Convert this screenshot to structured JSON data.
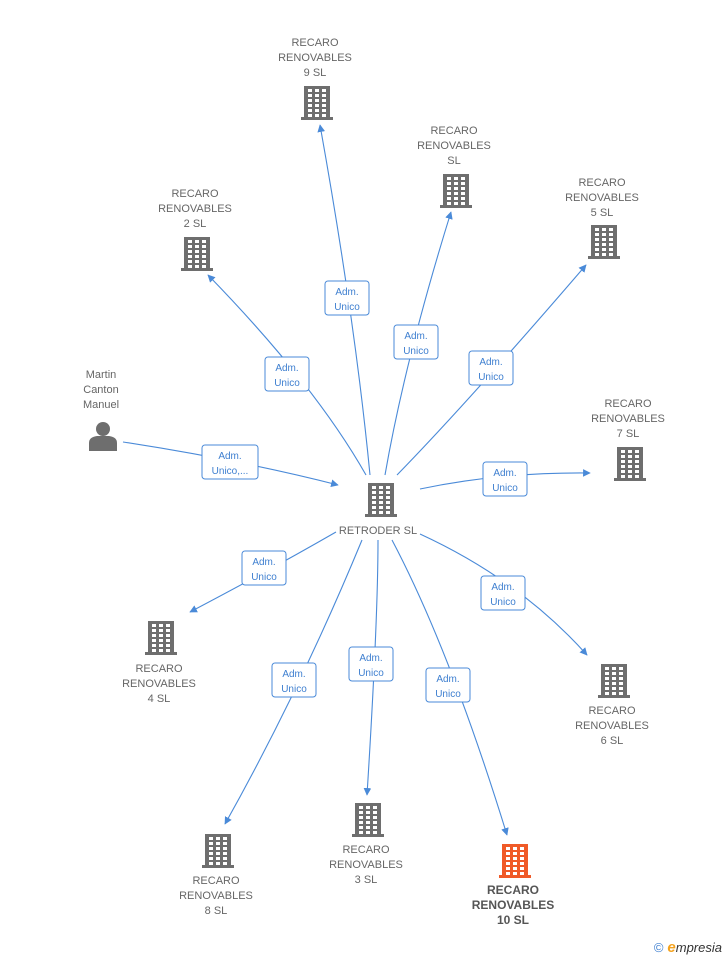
{
  "colors": {
    "edge": "#4a8ad8",
    "building": "#6e6e6e",
    "highlight": "#f05a28",
    "person": "#6e6e6e"
  },
  "center": {
    "label": "RETRODER SL",
    "icon": "building-icon"
  },
  "person": {
    "lines": [
      "Martin",
      "Canton",
      "Manuel"
    ],
    "icon": "person-icon",
    "edge_lines": [
      "Adm.",
      "Unico,..."
    ]
  },
  "companies": [
    {
      "id": "c9",
      "lines": [
        "RECARO",
        "RENOVABLES",
        "9  SL"
      ],
      "edge_lines": [
        "Adm.",
        "Unico"
      ]
    },
    {
      "id": "c1",
      "lines": [
        "RECARO",
        "RENOVABLES",
        "SL"
      ],
      "edge_lines": [
        "Adm.",
        "Unico"
      ]
    },
    {
      "id": "c2",
      "lines": [
        "RECARO",
        "RENOVABLES",
        "2  SL"
      ],
      "edge_lines": [
        "Adm.",
        "Unico"
      ]
    },
    {
      "id": "c5",
      "lines": [
        "RECARO",
        "RENOVABLES",
        "5  SL"
      ],
      "edge_lines": [
        "Adm.",
        "Unico"
      ]
    },
    {
      "id": "c7",
      "lines": [
        "RECARO",
        "RENOVABLES",
        "7  SL"
      ],
      "edge_lines": [
        "Adm.",
        "Unico"
      ]
    },
    {
      "id": "c4",
      "lines": [
        "RECARO",
        "RENOVABLES",
        "4  SL"
      ],
      "edge_lines": [
        "Adm.",
        "Unico"
      ]
    },
    {
      "id": "c6",
      "lines": [
        "RECARO",
        "RENOVABLES",
        "6  SL"
      ],
      "edge_lines": [
        "Adm.",
        "Unico"
      ]
    },
    {
      "id": "c8",
      "lines": [
        "RECARO",
        "RENOVABLES",
        "8  SL"
      ],
      "edge_lines": [
        "Adm.",
        "Unico"
      ]
    },
    {
      "id": "c3",
      "lines": [
        "RECARO",
        "RENOVABLES",
        "3  SL"
      ],
      "edge_lines": [
        "Adm.",
        "Unico"
      ]
    },
    {
      "id": "c10",
      "lines": [
        "RECARO",
        "RENOVABLES",
        "10  SL"
      ],
      "edge_lines": [
        "Adm.",
        "Unico"
      ],
      "highlight": true
    }
  ],
  "footer": {
    "copyright": "©",
    "brand_initial": "e",
    "brand_rest": "mpresia"
  }
}
